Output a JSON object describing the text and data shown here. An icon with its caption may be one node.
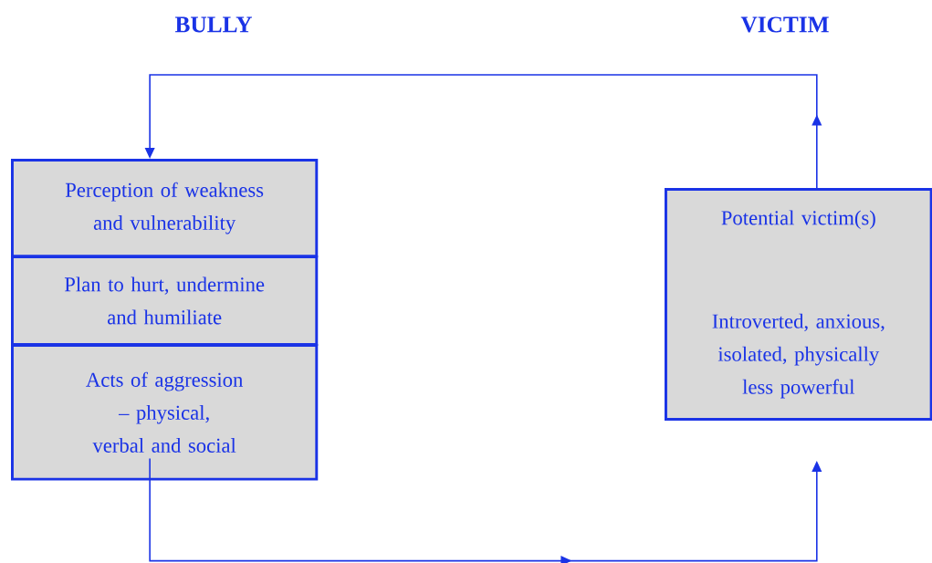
{
  "diagram": {
    "nodes": [
      {
        "text": [
          "Perception of weakness and vulnerability"
        ]
      },
      {
        "text": [
          "Plan to hurt, undermine and humiliate"
        ]
      },
      {
        "text": [
          "Acts of aggression – physical, verbal and social"
        ]
      },
      {
        "text": [
          "Potential victim(s)",
          "Introverted, anxious, isolated, physically less powerful"
        ]
      }
    ],
    "edges": [
      {
        "from": 2,
        "to": 3,
        "arrow": "to"
      },
      {
        "from": 3,
        "to": 0,
        "arrow": "to"
      }
    ],
    "labels": [
      "BULLY",
      "VICTIM"
    ]
  }
}
